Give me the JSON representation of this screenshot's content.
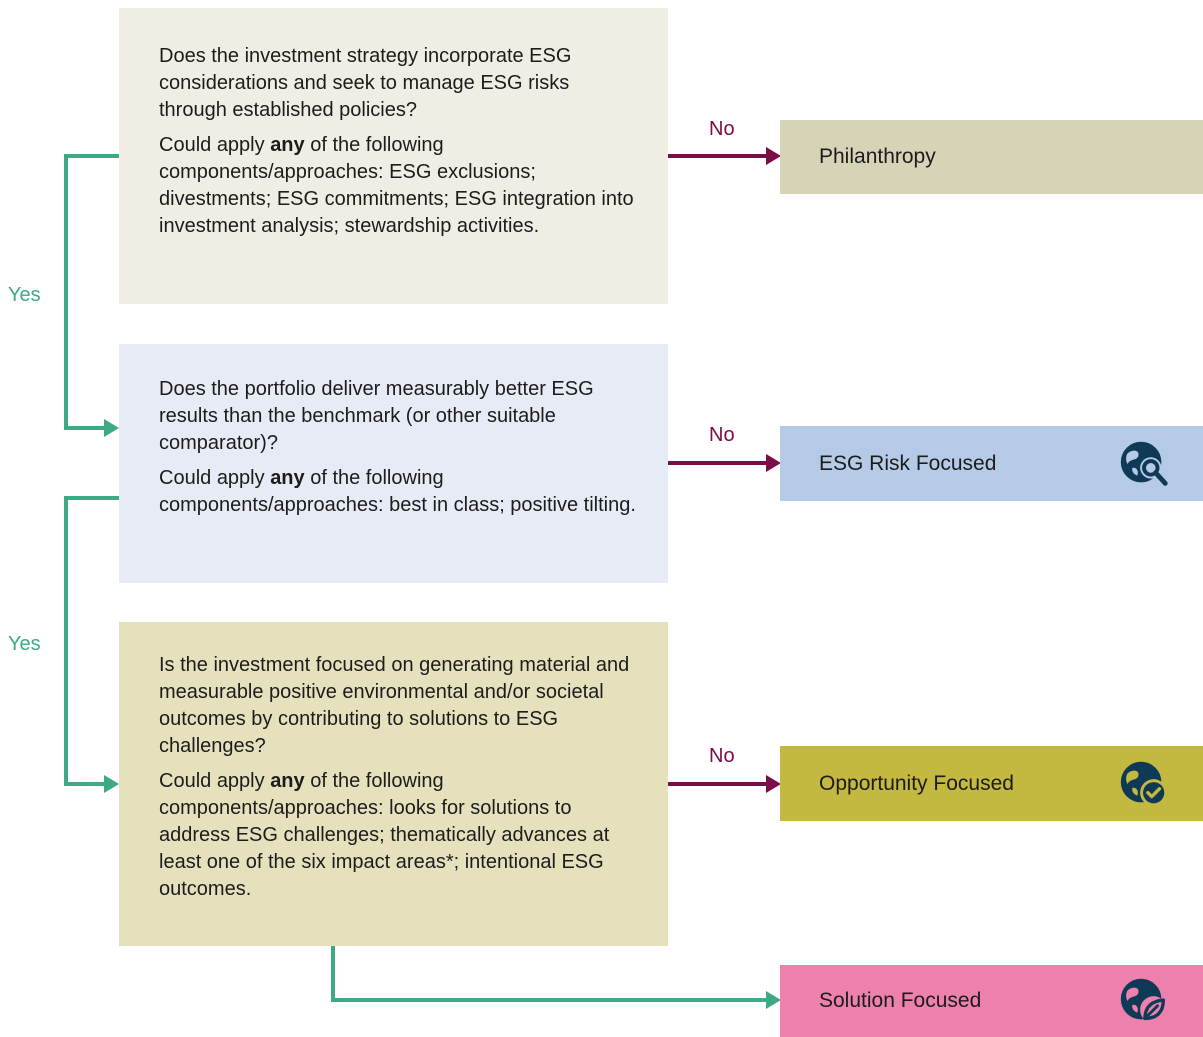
{
  "questions": [
    {
      "question": "Does the investment strategy incorporate ESG considerations and seek to manage ESG risks through established policies?",
      "approaches_prefix": "Could apply ",
      "approaches_emphasis": "any",
      "approaches_suffix": " of the following components/approaches: ESG exclusions; divestments; ESG commitments; ESG integration into investment analysis; stewardship activities."
    },
    {
      "question": "Does the portfolio deliver measurably better ESG results than the benchmark (or other suitable comparator)?",
      "approaches_prefix": "Could apply ",
      "approaches_emphasis": "any",
      "approaches_suffix": " of the following components/approaches: best in class; positive tilting."
    },
    {
      "question": "Is the investment focused on generating material and measurable positive environmental and/or societal outcomes by contributing to solutions to ESG challenges?",
      "approaches_prefix": "Could apply ",
      "approaches_emphasis": "any",
      "approaches_suffix": " of the following components/approaches: looks for solutions to address ESG challenges; thematically advances at least one of the six impact areas*; intentional ESG outcomes."
    }
  ],
  "outcomes": [
    {
      "label": "Philanthropy",
      "color": "#d6d3b7",
      "icon": ""
    },
    {
      "label": "ESG Risk Focused",
      "color": "#b5cae6",
      "icon": "globe-search-icon"
    },
    {
      "label": "Opportunity Focused",
      "color": "#c3b840",
      "icon": "globe-check-icon"
    },
    {
      "label": "Solution Focused",
      "color": "#ee80ad",
      "icon": "globe-leaf-icon"
    }
  ],
  "branch_labels": {
    "no": "No",
    "yes": "Yes"
  },
  "colors": {
    "no_arrow": "#7a0c47",
    "yes_arrow": "#3daa85",
    "icon": "#0f3a55"
  }
}
